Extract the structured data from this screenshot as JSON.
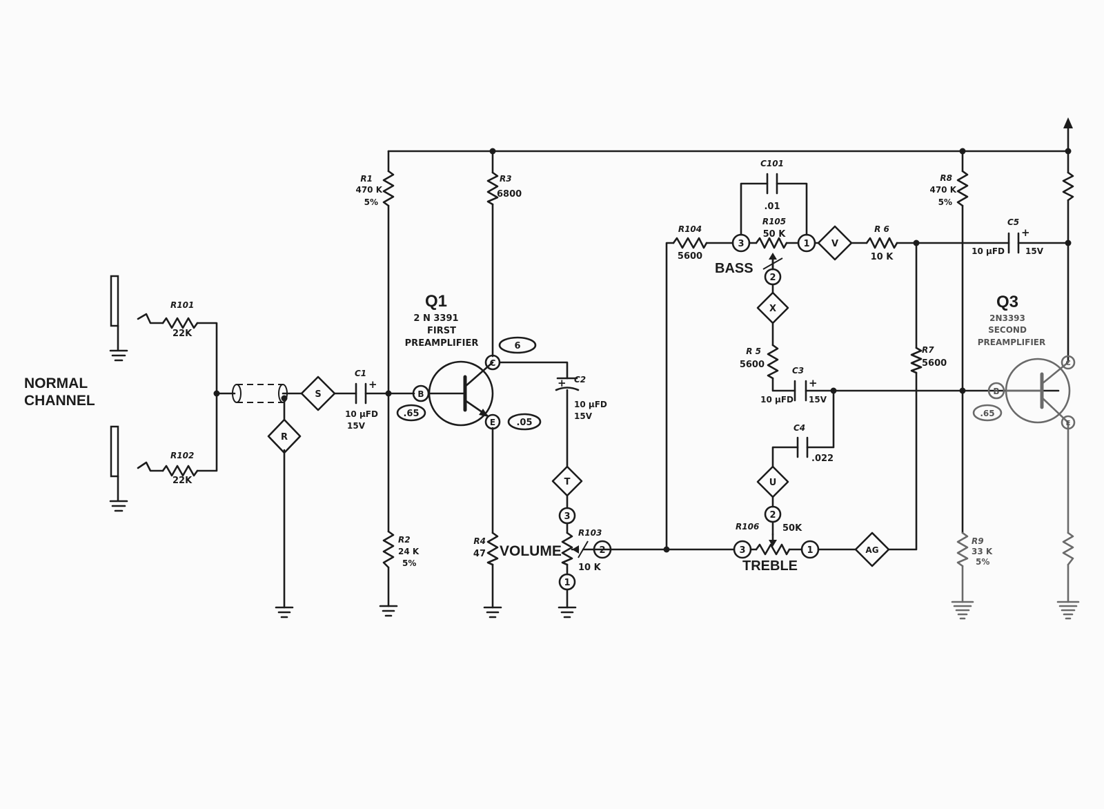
{
  "input": {
    "label_line1": "NORMAL",
    "label_line2": "CHANNEL"
  },
  "resistors": {
    "R101": {
      "name": "R101",
      "value": "22K"
    },
    "R102": {
      "name": "R102",
      "value": "22K"
    },
    "R1": {
      "name": "R1",
      "value": "470 K",
      "tol": "5%"
    },
    "R2": {
      "name": "R2",
      "value": "24 K",
      "tol": "5%"
    },
    "R3": {
      "name": "R3",
      "value": "6800"
    },
    "R4": {
      "name": "R4",
      "value": "47"
    },
    "R103": {
      "name": "R103",
      "value": "10 K",
      "function": "VOLUME"
    },
    "R104": {
      "name": "R104",
      "value": "5600"
    },
    "R105": {
      "name": "R105",
      "value": "50 K",
      "function": "BASS"
    },
    "R106": {
      "name": "R106",
      "value": "50K",
      "function": "TREBLE"
    },
    "R5": {
      "name": "R 5",
      "value": "5600"
    },
    "R6": {
      "name": "R 6",
      "value": "10 K"
    },
    "R7": {
      "name": "R7",
      "value": "5600"
    },
    "R8": {
      "name": "R8",
      "value": "470 K",
      "tol": "5%"
    },
    "R9": {
      "name": "R9",
      "value": "33 K",
      "tol": "5%"
    }
  },
  "capacitors": {
    "C1": {
      "name": "C1",
      "value": "10 µFD",
      "voltage": "15V"
    },
    "C2": {
      "name": "C2",
      "value": "10 µFD",
      "voltage": "15V"
    },
    "C3": {
      "name": "C3",
      "value": "10 µFD",
      "voltage": "15V"
    },
    "C4": {
      "name": "C4",
      "value": ".022"
    },
    "C5": {
      "name": "C5",
      "value": "10 µFD",
      "voltage": "15V"
    },
    "C101": {
      "name": "C101",
      "value": ".01"
    }
  },
  "transistors": {
    "Q1": {
      "name": "Q1",
      "part": "2 N 3391",
      "role_line1": "FIRST",
      "role_line2": "PREAMPLIFIER",
      "base": "B",
      "collector": "C",
      "emitter": "E",
      "v_base": ".65",
      "v_collector": "6",
      "v_emitter": ".05"
    },
    "Q3": {
      "name": "Q3",
      "part": "2N3393",
      "role_line1": "SECOND",
      "role_line2": "PREAMPLIFIER",
      "base": "B",
      "collector": "C",
      "emitter": "E",
      "v_base": ".65"
    }
  },
  "test_points": {
    "S": "S",
    "R": "R",
    "T": "T",
    "V": "V",
    "X": "X",
    "U": "U",
    "AG": "AG"
  },
  "pot_pins": {
    "p1": "1",
    "p2": "2",
    "p3": "3"
  },
  "polarity": "+"
}
